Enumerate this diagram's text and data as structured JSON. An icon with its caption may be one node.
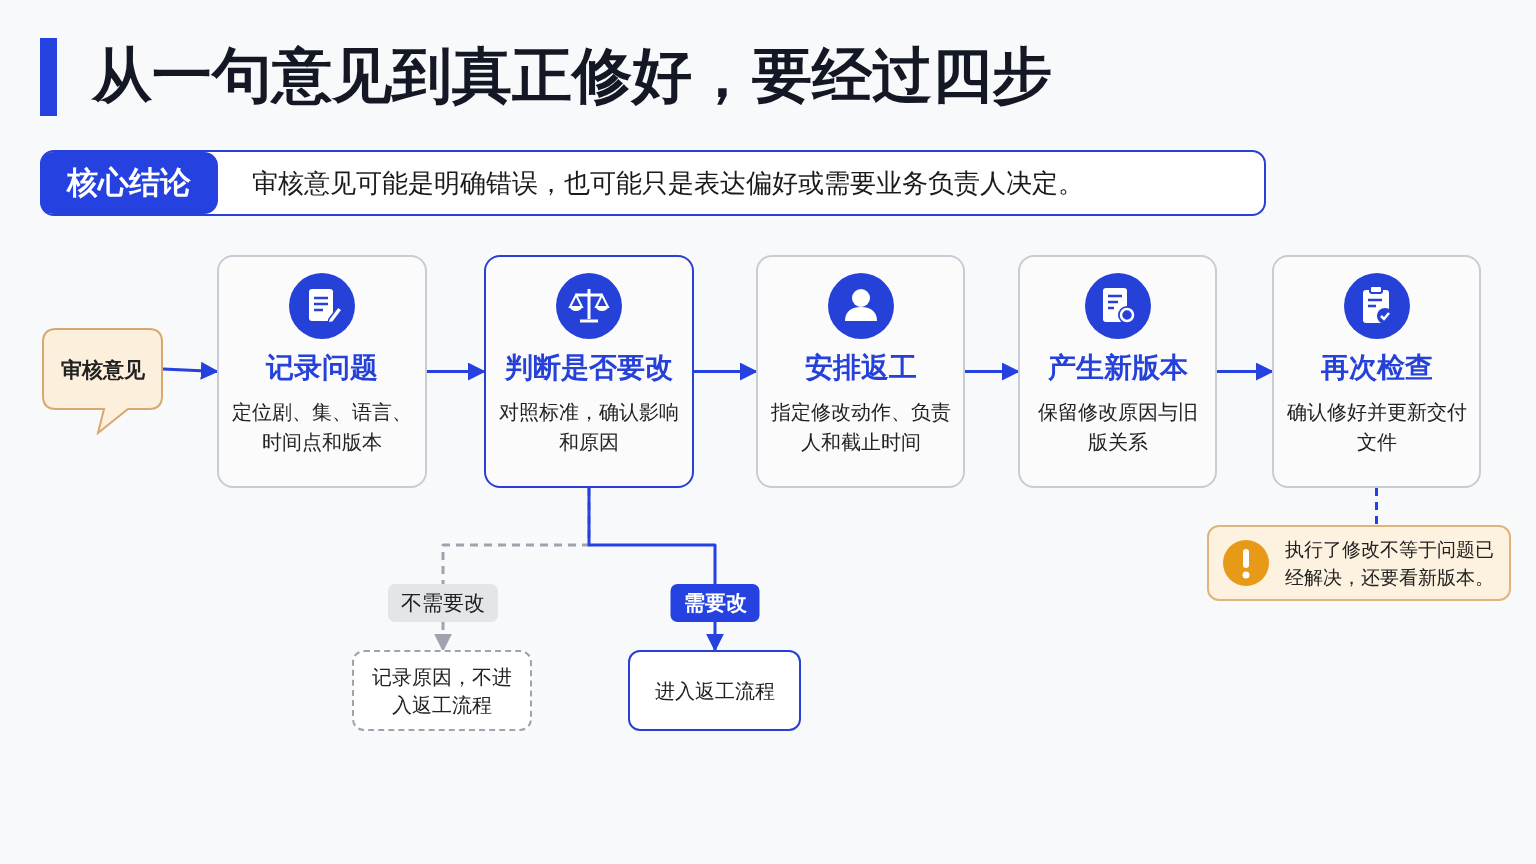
{
  "diagram": {
    "title": "从一句意见到真正修好，要经过四步",
    "nodes": [
      {
        "text": [
          "核心结论",
          "审核意见可能是明确错误，也可能只是表达偏好或需要业务负责人决定。"
        ]
      },
      {
        "text": [
          "审核意见"
        ]
      },
      {
        "text": [
          "记录问题",
          "定位剧、集、语言、时间点和版本"
        ]
      },
      {
        "text": [
          "判断是否要改",
          "对照标准，确认影响和原因"
        ]
      },
      {
        "text": [
          "安排返工",
          "指定修改动作、负责人和截止时间"
        ]
      },
      {
        "text": [
          "产生新版本",
          "保留修改原因与旧版关系"
        ]
      },
      {
        "text": [
          "再次检查",
          "确认修好并更新交付文件"
        ]
      },
      {
        "text": [
          "记录原因，不进入返工流程"
        ]
      },
      {
        "text": [
          "进入返工流程"
        ]
      },
      {
        "text": [
          "执行了修改不等于问题已经解决，还要看新版本。"
        ]
      }
    ],
    "edges": [
      {
        "from": 1,
        "to": 2,
        "arrow": "to"
      },
      {
        "from": 2,
        "to": 3,
        "arrow": "to"
      },
      {
        "from": 3,
        "to": 4,
        "arrow": "to"
      },
      {
        "from": 4,
        "to": 5,
        "arrow": "to"
      },
      {
        "from": 5,
        "to": 6,
        "arrow": "to"
      },
      {
        "from": 3,
        "to": 7,
        "arrow": "to",
        "label": "不需要改",
        "style": "dashed",
        "color": "#9ea3ad"
      },
      {
        "from": 3,
        "to": 8,
        "arrow": "to",
        "label": "需要改"
      },
      {
        "from": 6,
        "to": 9,
        "arrow": "none",
        "style": "dashed"
      }
    ]
  }
}
